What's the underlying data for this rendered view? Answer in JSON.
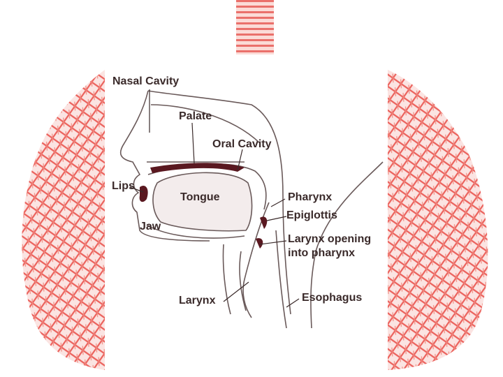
{
  "labels": {
    "nasal_cavity": "Nasal Cavity",
    "palate": "Palate",
    "oral_cavity": "Oral Cavity",
    "lips": "Lips",
    "tongue": "Tongue",
    "jaw": "Jaw",
    "pharynx": "Pharynx",
    "epiglottis": "Epiglottis",
    "larynx_opening_line1": "Larynx opening",
    "larynx_opening_line2": "into pharynx",
    "larynx": "Larynx",
    "esophagus": "Esophagus"
  },
  "colors": {
    "lung_tissue": "#e8403a",
    "lung_light": "#f6b6b0",
    "anatomy_line": "#6a5a5a",
    "dark_tissue": "#5a1820",
    "label_text": "#3a2a2a"
  }
}
